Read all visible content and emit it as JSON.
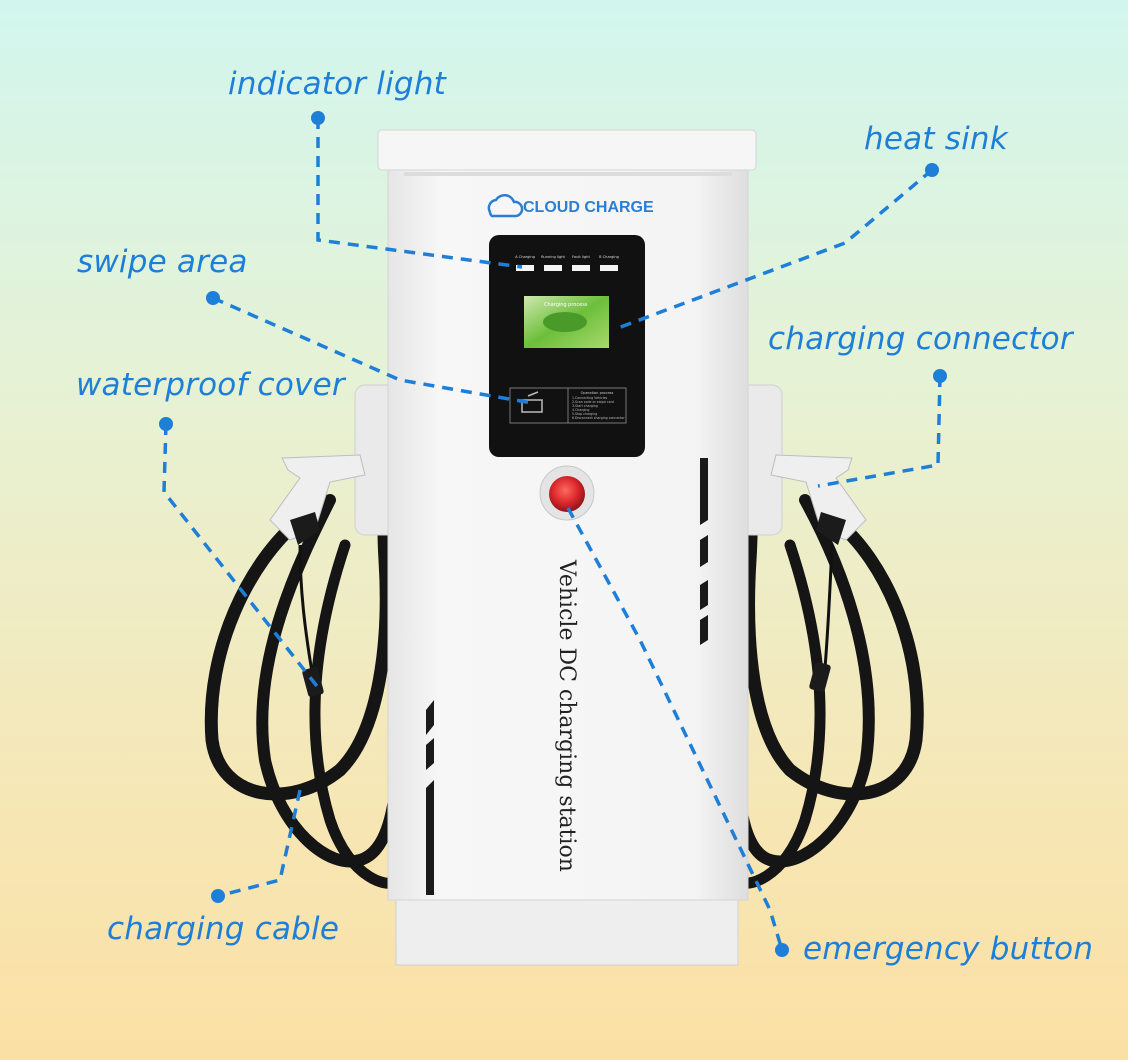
{
  "brand": {
    "name": "CLOUD CHARGE",
    "icon": "cloud-plug-icon"
  },
  "station_side_text": "Vehicle DC charging station",
  "indicators": [
    {
      "label": "A Charging"
    },
    {
      "label": "Running light"
    },
    {
      "label": "Fault light"
    },
    {
      "label": "B Charging"
    }
  ],
  "screen_caption": "Charging process",
  "operation_panel": {
    "title": "Operation process",
    "steps": [
      "1.Connecting Vehicles",
      "2.Scan code or swipe card",
      "3.Start charging",
      "4.Charging",
      "5.Stop charging",
      "6.Disconnect charging connector"
    ]
  },
  "callouts": {
    "indicator_light": "indicator light",
    "heat_sink": "heat sink",
    "swipe_area": "swipe area",
    "charging_connector": "charging connector",
    "waterproof_cover": "waterproof cover",
    "charging_cable": "charging cable",
    "emergency_button": "emergency button"
  },
  "colors": {
    "callout_blue": "#1e7fd8",
    "body_white": "#f1f1f1",
    "panel_black": "#111111",
    "button_red": "#d9262b",
    "cable_black": "#151515"
  }
}
